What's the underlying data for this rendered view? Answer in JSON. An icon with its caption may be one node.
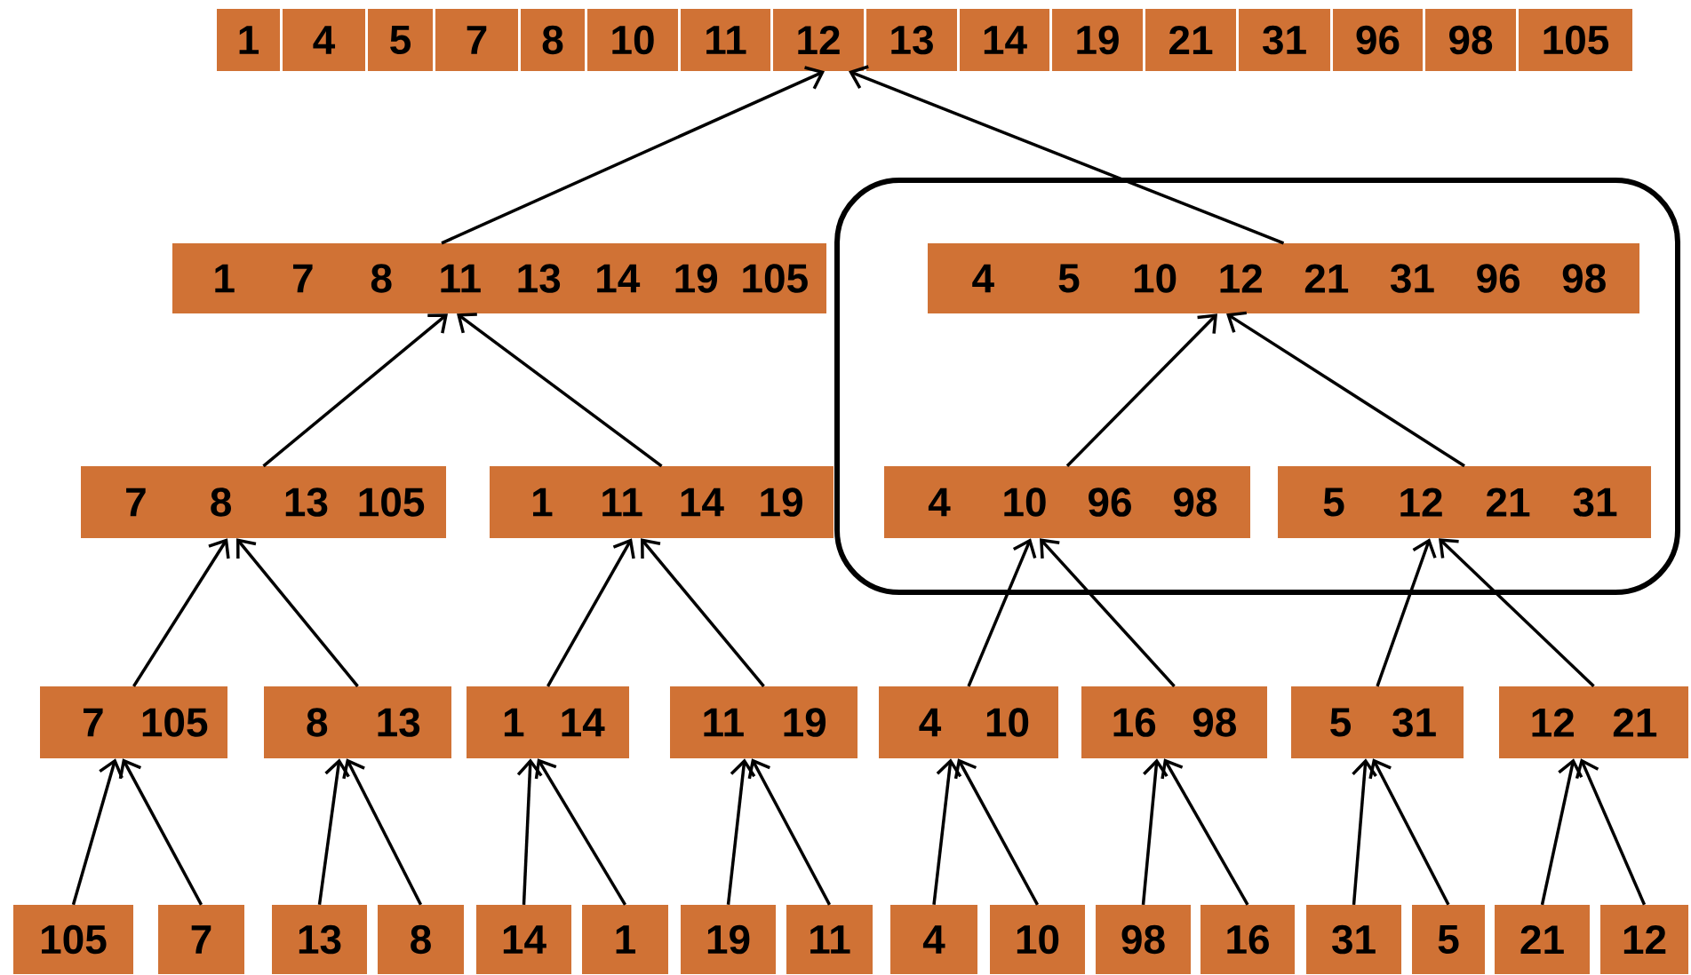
{
  "diagram": {
    "nodes": [
      {
        "text": [
          "1",
          "4",
          "5",
          "7",
          "8",
          "10",
          "11",
          "12",
          "13",
          "14",
          "19",
          "21",
          "31",
          "96",
          "98",
          "105"
        ]
      },
      {
        "text": [
          "1",
          "7",
          "8",
          "11",
          "13",
          "14",
          "19",
          "105"
        ]
      },
      {
        "text": [],
        "shape": "box"
      },
      {
        "text": [
          "4",
          "5",
          "10",
          "12",
          "21",
          "31",
          "96",
          "98"
        ],
        "in": 2
      },
      {
        "text": [
          "7",
          "8",
          "13",
          "105"
        ]
      },
      {
        "text": [
          "1",
          "11",
          "14",
          "19"
        ]
      },
      {
        "text": [
          "4",
          "10",
          "96",
          "98"
        ],
        "in": 2
      },
      {
        "text": [
          "5",
          "12",
          "21",
          "31"
        ],
        "in": 2
      },
      {
        "text": [
          "7",
          "105"
        ]
      },
      {
        "text": [
          "8",
          "13"
        ]
      },
      {
        "text": [
          "1",
          "14"
        ]
      },
      {
        "text": [
          "11",
          "19"
        ]
      },
      {
        "text": [
          "4",
          "10"
        ]
      },
      {
        "text": [
          "16",
          "98"
        ]
      },
      {
        "text": [
          "5",
          "31"
        ]
      },
      {
        "text": [
          "12",
          "21"
        ]
      },
      {
        "text": [
          "105"
        ]
      },
      {
        "text": [
          "7"
        ]
      },
      {
        "text": [
          "13"
        ]
      },
      {
        "text": [
          "8"
        ]
      },
      {
        "text": [
          "14"
        ]
      },
      {
        "text": [
          "1"
        ]
      },
      {
        "text": [
          "19"
        ]
      },
      {
        "text": [
          "11"
        ]
      },
      {
        "text": [
          "4"
        ]
      },
      {
        "text": [
          "10"
        ]
      },
      {
        "text": [
          "98"
        ]
      },
      {
        "text": [
          "16"
        ]
      },
      {
        "text": [
          "31"
        ]
      },
      {
        "text": [
          "5"
        ]
      },
      {
        "text": [
          "21"
        ]
      },
      {
        "text": [
          "12"
        ]
      }
    ],
    "edges": [
      {
        "from": 16,
        "to": 8,
        "arrow": "to"
      },
      {
        "from": 17,
        "to": 8,
        "arrow": "to"
      },
      {
        "from": 18,
        "to": 9,
        "arrow": "to"
      },
      {
        "from": 19,
        "to": 9,
        "arrow": "to"
      },
      {
        "from": 20,
        "to": 10,
        "arrow": "to"
      },
      {
        "from": 21,
        "to": 10,
        "arrow": "to"
      },
      {
        "from": 22,
        "to": 11,
        "arrow": "to"
      },
      {
        "from": 23,
        "to": 11,
        "arrow": "to"
      },
      {
        "from": 24,
        "to": 12,
        "arrow": "to"
      },
      {
        "from": 25,
        "to": 12,
        "arrow": "to"
      },
      {
        "from": 26,
        "to": 13,
        "arrow": "to"
      },
      {
        "from": 27,
        "to": 13,
        "arrow": "to"
      },
      {
        "from": 28,
        "to": 14,
        "arrow": "to"
      },
      {
        "from": 29,
        "to": 14,
        "arrow": "to"
      },
      {
        "from": 30,
        "to": 15,
        "arrow": "to"
      },
      {
        "from": 31,
        "to": 15,
        "arrow": "to"
      },
      {
        "from": 8,
        "to": 4,
        "arrow": "to"
      },
      {
        "from": 9,
        "to": 4,
        "arrow": "to"
      },
      {
        "from": 10,
        "to": 5,
        "arrow": "to"
      },
      {
        "from": 11,
        "to": 5,
        "arrow": "to"
      },
      {
        "from": 12,
        "to": 6,
        "arrow": "to"
      },
      {
        "from": 13,
        "to": 6,
        "arrow": "to"
      },
      {
        "from": 14,
        "to": 7,
        "arrow": "to"
      },
      {
        "from": 15,
        "to": 7,
        "arrow": "to"
      },
      {
        "from": 4,
        "to": 1,
        "arrow": "to"
      },
      {
        "from": 5,
        "to": 1,
        "arrow": "to"
      },
      {
        "from": 6,
        "to": 3,
        "arrow": "to"
      },
      {
        "from": 7,
        "to": 3,
        "arrow": "to"
      },
      {
        "from": 1,
        "to": 0,
        "arrow": "to"
      },
      {
        "from": 3,
        "to": 0,
        "arrow": "to"
      }
    ]
  }
}
